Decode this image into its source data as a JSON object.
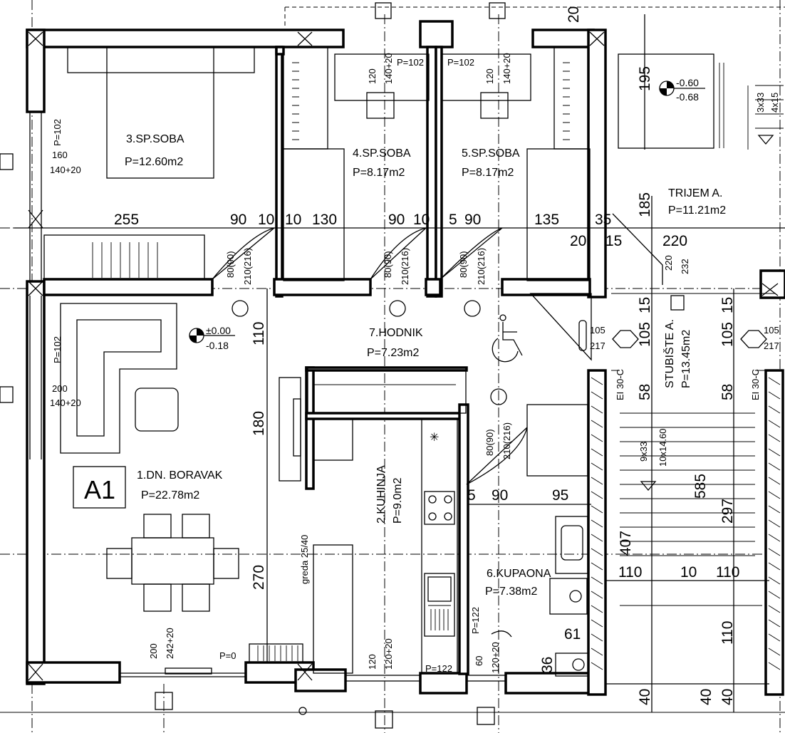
{
  "rooms": {
    "boravak": {
      "name": "1.DN. BORAVAK",
      "area": "P=22.78m2"
    },
    "kuhinja": {
      "name": "2.KUHINJA",
      "area": "P=9.0m2"
    },
    "soba3": {
      "name": "3.SP.SOBA",
      "area": "P=12.60m2"
    },
    "soba4": {
      "name": "4.SP.SOBA",
      "area": "P=8.17m2"
    },
    "soba5": {
      "name": "5.SP.SOBA",
      "area": "P=8.17m2"
    },
    "kupaona": {
      "name": "6.KUPAONA",
      "area": "P=7.38m2"
    },
    "hodnik": {
      "name": "7.HODNIK",
      "area": "P=7.23m2"
    },
    "trijem": {
      "name": "TRIJEM A.",
      "area": "P=11.21m2"
    },
    "stubiste": {
      "name": "STUBIŠTE A.",
      "area": "P=13.45m2"
    }
  },
  "unit_label": "A1",
  "levels": {
    "main": {
      "top": "±0.00",
      "bottom": "-0.18"
    },
    "porch": {
      "top": "-0.60",
      "bottom": "-0.68"
    }
  },
  "dims": {
    "d255": "255",
    "d90a": "90",
    "d10a": "10",
    "d10b": "10",
    "d130": "130",
    "d90b": "90",
    "d10c": "10",
    "d5a": "5",
    "d90c": "90",
    "d135": "135",
    "d35": "35",
    "d20": "20",
    "d15": "15",
    "d220": "220",
    "d185": "185",
    "d195": "195",
    "d110a": "110",
    "d180": "180",
    "d270": "270",
    "d5b": "5",
    "d90d": "90",
    "d95": "95",
    "d110b": "110",
    "d10d": "10",
    "d110c": "110",
    "d110d": "110",
    "d407": "407",
    "d297": "297",
    "d585": "585",
    "d105a": "105",
    "d105b": "105",
    "d15b": "15",
    "d15c": "15",
    "d58a": "58",
    "d58b": "58",
    "d61": "61",
    "d36": "36",
    "d40a": "40",
    "d40b": "40",
    "d40c": "40",
    "d20top": "20"
  },
  "openings": {
    "win_left1": {
      "w": "160",
      "h": "140+20",
      "p": "P=102"
    },
    "win_left2": {
      "w": "200",
      "h": "140+20",
      "p": "P=102"
    },
    "win_top1": {
      "w": "120",
      "h": "140+20",
      "p": "P=102"
    },
    "win_top2": {
      "w": "120",
      "h": "140+20",
      "p": "P=102"
    },
    "win_bottom1": {
      "w": "200",
      "h": "242+20",
      "p": "P=0"
    },
    "win_bottom2": {
      "w": "120",
      "h": "120+20",
      "p": "P=122"
    },
    "win_bottom3": {
      "w": "60",
      "h": "120+20"
    },
    "win_bath_side": {
      "p": "P=122"
    },
    "door_soba3": {
      "w": "80(90)",
      "h": "210(216)"
    },
    "door_soba4": {
      "w": "80(90)",
      "h": "210(216)"
    },
    "door_soba5": {
      "w": "80(90)",
      "h": "210(216)"
    },
    "door_kupaona": {
      "w": "80(90)",
      "h": "210(216)"
    },
    "door_stair": {
      "w": "220",
      "h": "232"
    },
    "stair_door_l": {
      "w": "105",
      "h": "217"
    },
    "stair_door_r": {
      "w": "105",
      "h": "217"
    }
  },
  "notes": {
    "greda": "greda 25/40",
    "ei_left": "EI 30-C",
    "ei_right": "EI 30-C",
    "stairs1": "3x33",
    "stairs2": "4x15",
    "stairs3": "9x33",
    "stairs4": "10x14.60"
  }
}
